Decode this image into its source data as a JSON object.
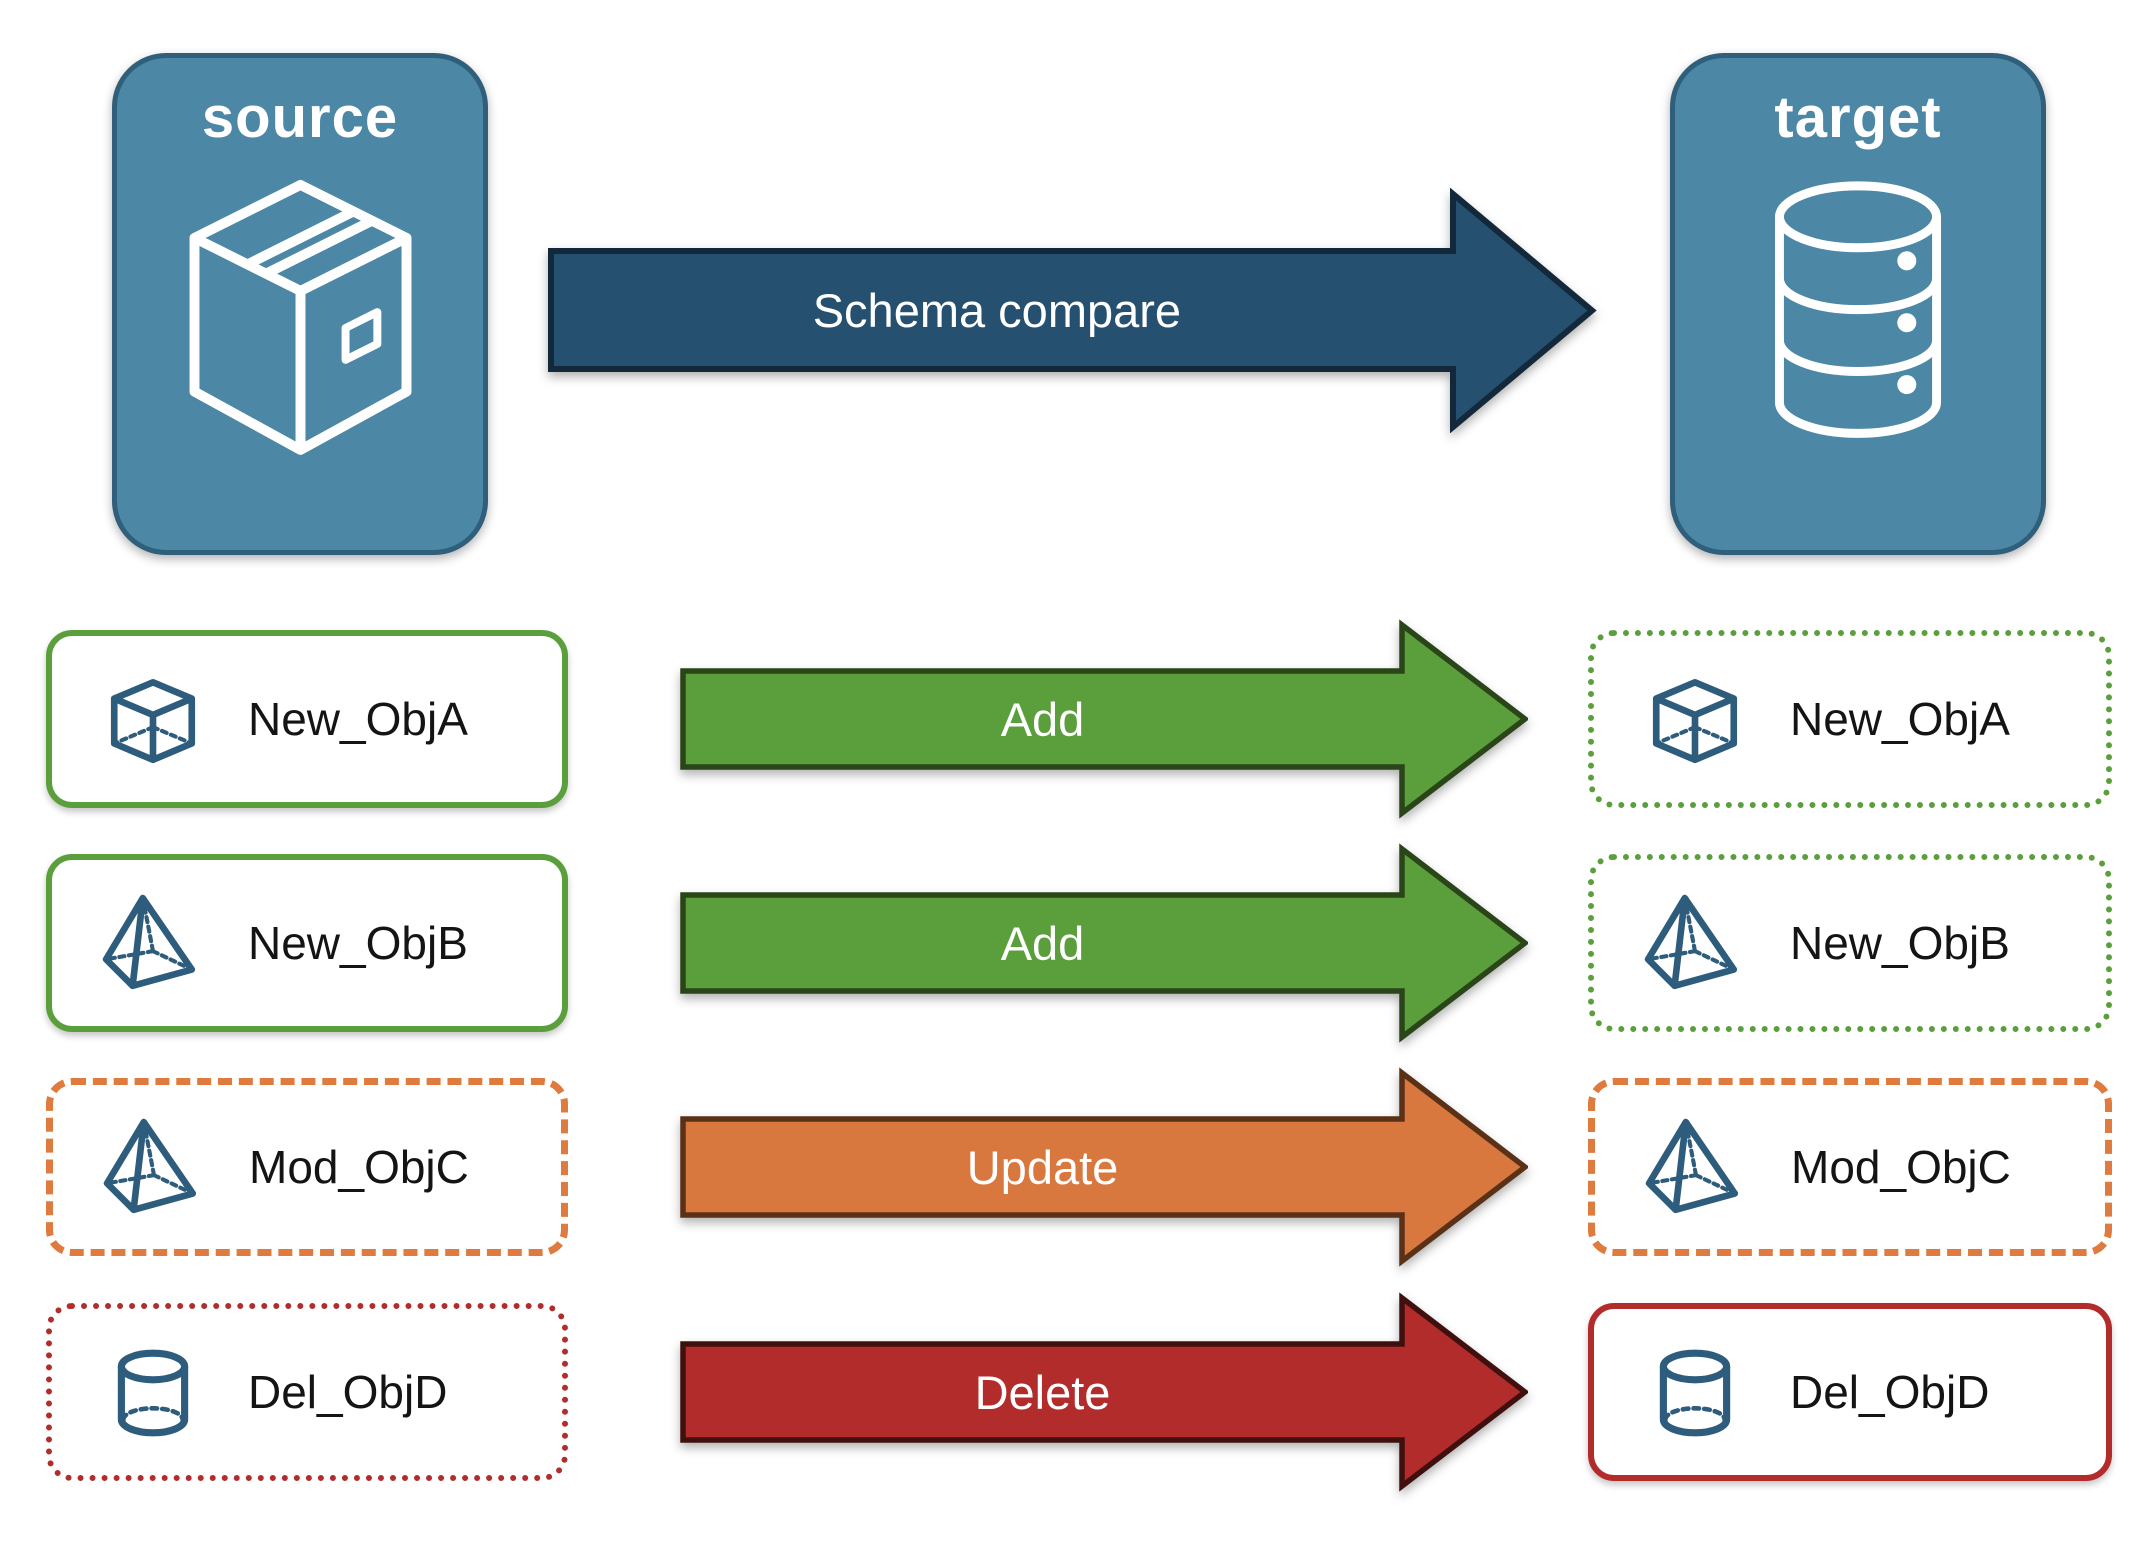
{
  "diagram": {
    "source": {
      "label": "source",
      "icon": "package"
    },
    "target": {
      "label": "target",
      "icon": "database"
    },
    "compare_arrow": {
      "label": "Schema compare",
      "fill": "#26506F",
      "stroke": "#13283A"
    }
  },
  "rows": [
    {
      "object": "New_ObjA",
      "icon": "cube",
      "action": "Add",
      "arrow_fill": "#5B9E3C",
      "arrow_stroke": "#2A4518",
      "source_box_border": "solid green",
      "target_box_border": "dotted green"
    },
    {
      "object": "New_ObjB",
      "icon": "pyramid",
      "action": "Add",
      "arrow_fill": "#5B9E3C",
      "arrow_stroke": "#2A4518",
      "source_box_border": "solid green",
      "target_box_border": "dotted green"
    },
    {
      "object": "Mod_ObjC",
      "icon": "pyramid",
      "action": "Update",
      "arrow_fill": "#D8773E",
      "arrow_stroke": "#5A3117",
      "source_box_border": "dashed orange",
      "target_box_border": "dashed orange"
    },
    {
      "object": "Del_ObjD",
      "icon": "cylinder",
      "action": "Delete",
      "arrow_fill": "#B12C2B",
      "arrow_stroke": "#40100E",
      "source_box_border": "dotted red",
      "target_box_border": "solid red"
    }
  ],
  "colors": {
    "node_fill": "#4C87A5",
    "node_border": "#2F5F7A",
    "add_green": "#5B9E3C",
    "update_orange": "#D8773E",
    "delete_red": "#B12C2B",
    "box_green": "#5B9E3C",
    "box_orange": "#DF7B3E",
    "box_red": "#B12C2B",
    "icon_blue": "#2E5C7D"
  }
}
